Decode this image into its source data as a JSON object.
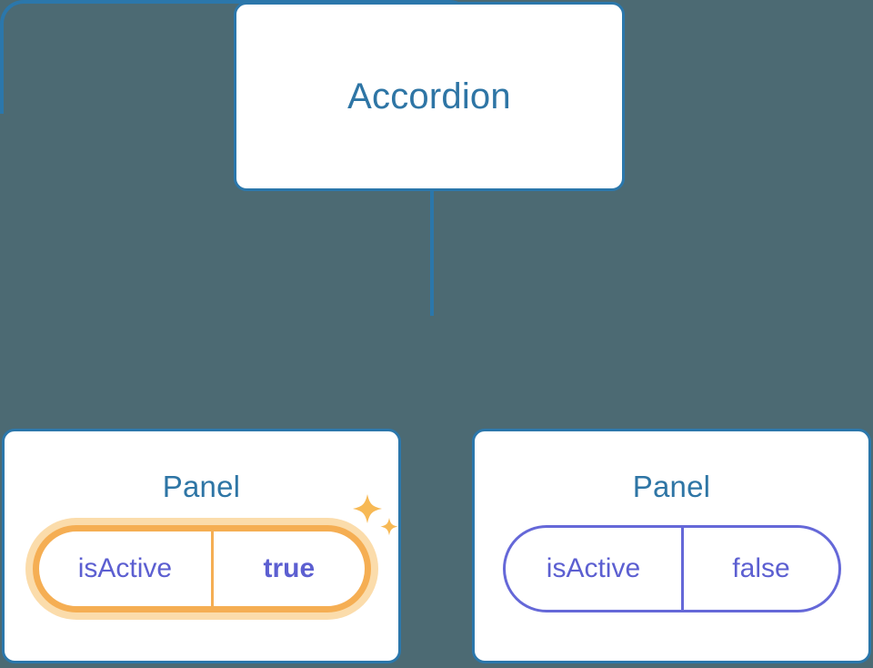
{
  "canvas": {
    "background_color": "#4c6a73",
    "node_border_color": "#2b77ab",
    "node_title_color": "#2e75a5",
    "edge_color": "#2b77ab",
    "prop_text_color": "#5c5fd1",
    "prop_border_color": "#6568d8",
    "highlight_border_color": "#f5ae53",
    "highlight_glow_color": "#fbdcab",
    "sparkle_color": "#f7b955"
  },
  "tree": {
    "root": {
      "title": "Accordion"
    },
    "children": [
      {
        "title": "Panel",
        "highlighted": true,
        "prop": {
          "key": "isActive",
          "value": "true",
          "value_emphasis": "bold"
        }
      },
      {
        "title": "Panel",
        "highlighted": false,
        "prop": {
          "key": "isActive",
          "value": "false",
          "value_emphasis": "normal"
        }
      }
    ]
  },
  "decorations": {
    "sparkle_large": "four-point-star",
    "sparkle_small": "four-point-star"
  }
}
